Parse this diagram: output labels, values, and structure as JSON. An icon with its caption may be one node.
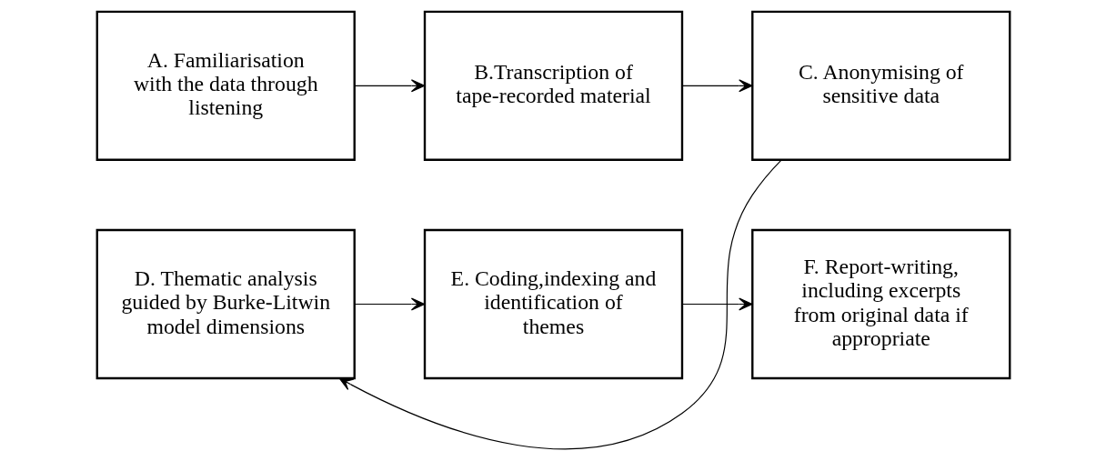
{
  "diagram": {
    "nodes": [
      {
        "text": [
          "A. Familiarisation with the data through listening"
        ]
      },
      {
        "text": [
          "B.Transcription of tape-recorded material"
        ]
      },
      {
        "text": [
          "C. Anonymising of sensitive data"
        ]
      },
      {
        "text": [
          "D. Thematic analysis guided by Burke-Litwin model dimensions"
        ]
      },
      {
        "text": [
          "E. Coding,indexing and identification of themes"
        ]
      },
      {
        "text": [
          "F. Report-writing, including excerpts from original data if appropriate"
        ]
      }
    ],
    "edges": [
      {
        "from": 0,
        "to": 1,
        "arrow": "to"
      },
      {
        "from": 1,
        "to": 2,
        "arrow": "to"
      },
      {
        "from": 2,
        "to": 3,
        "arrow": "to"
      },
      {
        "from": 3,
        "to": 4,
        "arrow": "to"
      },
      {
        "from": 4,
        "to": 5,
        "arrow": "to"
      }
    ]
  }
}
